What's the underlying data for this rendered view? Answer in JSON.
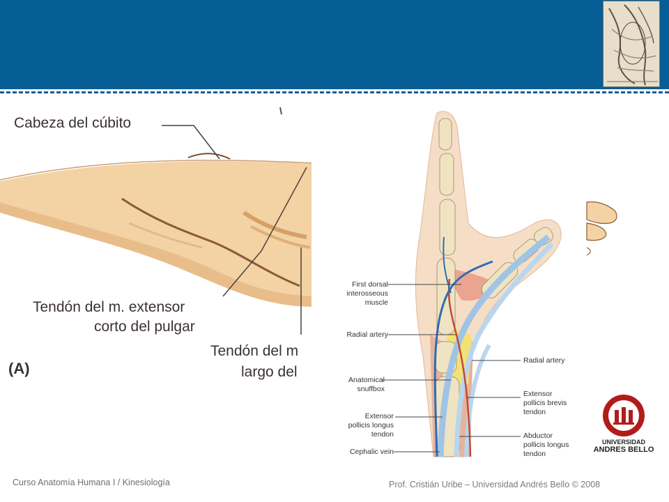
{
  "figure_a": {
    "label_ulna_head": "Cabeza del cúbito",
    "label_epb_line1": "Tendón del m. extensor",
    "label_epb_line2": "corto del pulgar",
    "label_epl_line1": "Tendón del m",
    "label_epl_line2": "largo del",
    "panel_label": "(A)"
  },
  "figure_b": {
    "labels_left": [
      [
        "First dorsal",
        "interosseous",
        "muscle"
      ],
      [
        "Radial artery"
      ],
      [
        "Anatomical",
        "snuffbox"
      ],
      [
        "Extensor",
        "pollicis longus",
        "tendon"
      ],
      [
        "Cephalic vein"
      ]
    ],
    "labels_right": [
      [
        "Radial artery"
      ],
      [
        "Extensor",
        "pollicis brevis",
        "tendon"
      ],
      [
        "Abductor",
        "pollicis longus",
        "tendon"
      ]
    ]
  },
  "logo": {
    "line1": "UNIVERSIDAD",
    "line2": "ANDRES BELLO",
    "brand_color": "#b31b1b"
  },
  "footer": {
    "course": "Curso Anatomía Humana I / Kinesiología",
    "credit": "Prof. Cristián Uribe – Universidad Andrés Bello  © 2008"
  },
  "colors": {
    "header": "#075e96",
    "dash": "#1f5c8c"
  }
}
